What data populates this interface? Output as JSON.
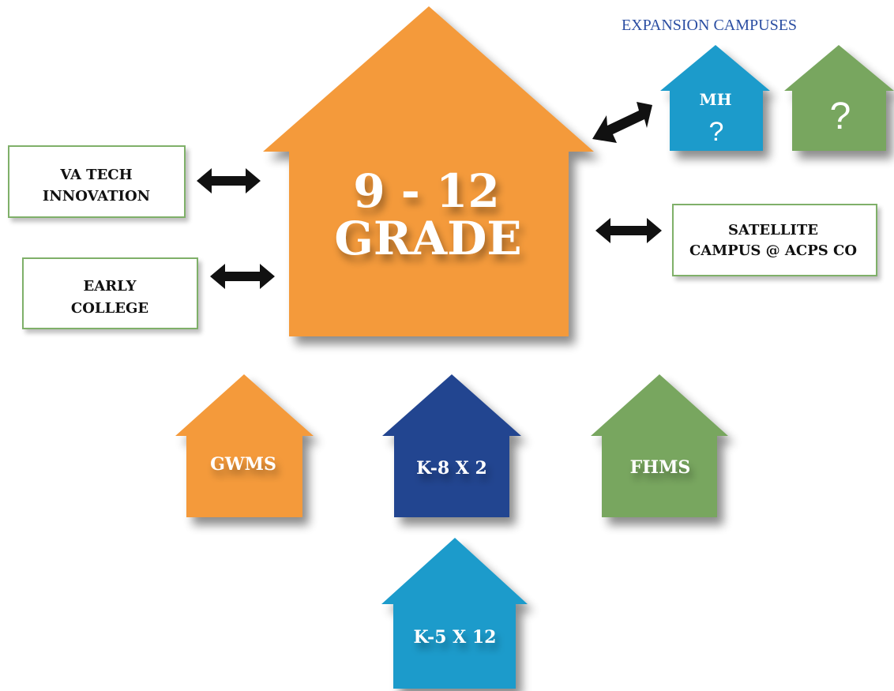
{
  "colors": {
    "orange": "#F49A3A",
    "navy": "#224590",
    "green": "#78A65F",
    "light_blue": "#1D9BCB",
    "box_border": "#7FB069",
    "arrow": "#111111",
    "heading": "#2B4EA2",
    "white": "#FFFFFF"
  },
  "main_house": {
    "line1": "9 - 12",
    "line2": "GRADE"
  },
  "expansion": {
    "heading": "EXPANSION CAMPUSES",
    "mh_label": "MH",
    "mh_question": "?",
    "unknown_question": "?"
  },
  "boxes": {
    "va_tech": {
      "line1": "VA TECH",
      "line2": "INNOVATION"
    },
    "early_college": {
      "line1": "EARLY",
      "line2": "COLLEGE"
    },
    "satellite": {
      "line1": "SATELLITE",
      "line2": "CAMPUS @ ACPS CO"
    }
  },
  "schools": {
    "gwms": "GWMS",
    "k8": "K-8 X 2",
    "fhms": "FHMS",
    "k5": "K-5 X 12"
  }
}
